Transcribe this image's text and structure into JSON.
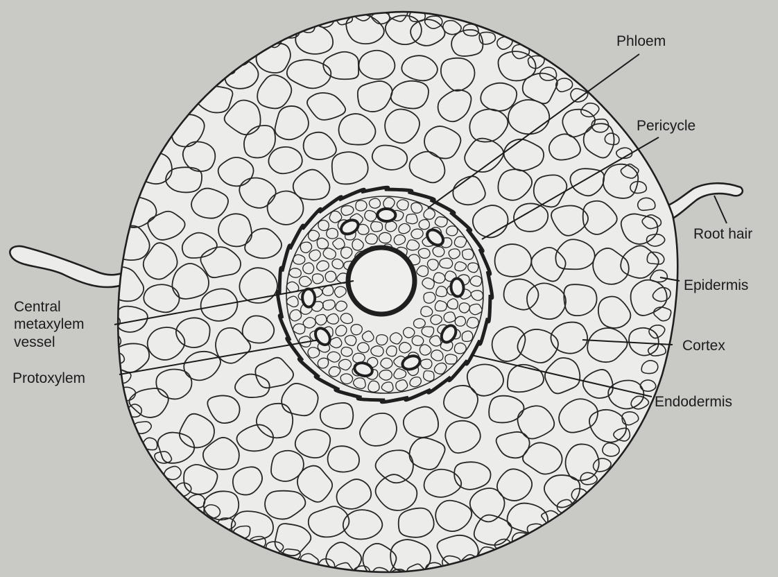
{
  "diagram": {
    "labels": {
      "phloem": "Phloem",
      "pericycle": "Pericycle",
      "root_hair": "Root hair",
      "epidermis": "Epidermis",
      "cortex": "Cortex",
      "endodermis": "Endodermis",
      "central_metaxylem_line1": "Central",
      "central_metaxylem_line2": "metaxylem",
      "central_metaxylem_line3": "vessel",
      "protoxylem": "Protoxylem"
    },
    "colors": {
      "background": "#c9c9c6",
      "cell_fill": "#ececea",
      "ink": "#1f1f1f"
    }
  }
}
